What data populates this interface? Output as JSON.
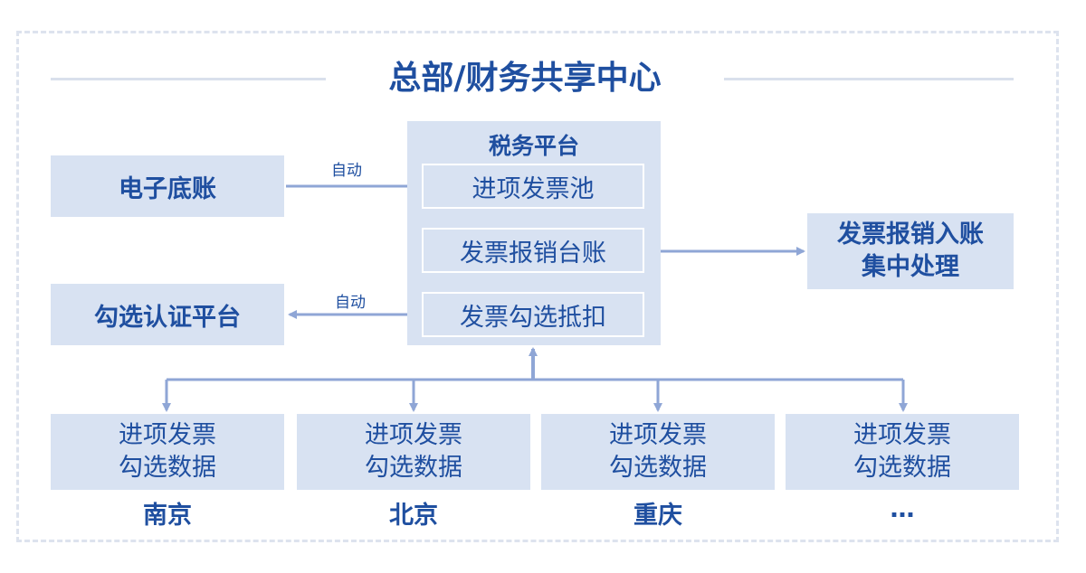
{
  "title": "总部/财务共享中心",
  "electronic_ledger": "电子底账",
  "selection_platform": "勾选认证平台",
  "tax_platform": {
    "title": "税务平台",
    "items": [
      "进项发票池",
      "发票报销台账",
      "发票勾选抵扣"
    ]
  },
  "auto_label_top": "自动",
  "auto_label_bottom": "自动",
  "reimbursement": {
    "line1": "发票报销入账",
    "line2": "集中处理"
  },
  "branches": [
    {
      "line1": "进项发票",
      "line2": "勾选数据",
      "city": "南京"
    },
    {
      "line1": "进项发票",
      "line2": "勾选数据",
      "city": "北京"
    },
    {
      "line1": "进项发票",
      "line2": "勾选数据",
      "city": "重庆"
    },
    {
      "line1": "进项发票",
      "line2": "勾选数据",
      "city": "…"
    }
  ],
  "colors": {
    "accent": "#1f4fa0",
    "box_fill": "#d8e2f2",
    "connector": "#8fa6d6"
  }
}
